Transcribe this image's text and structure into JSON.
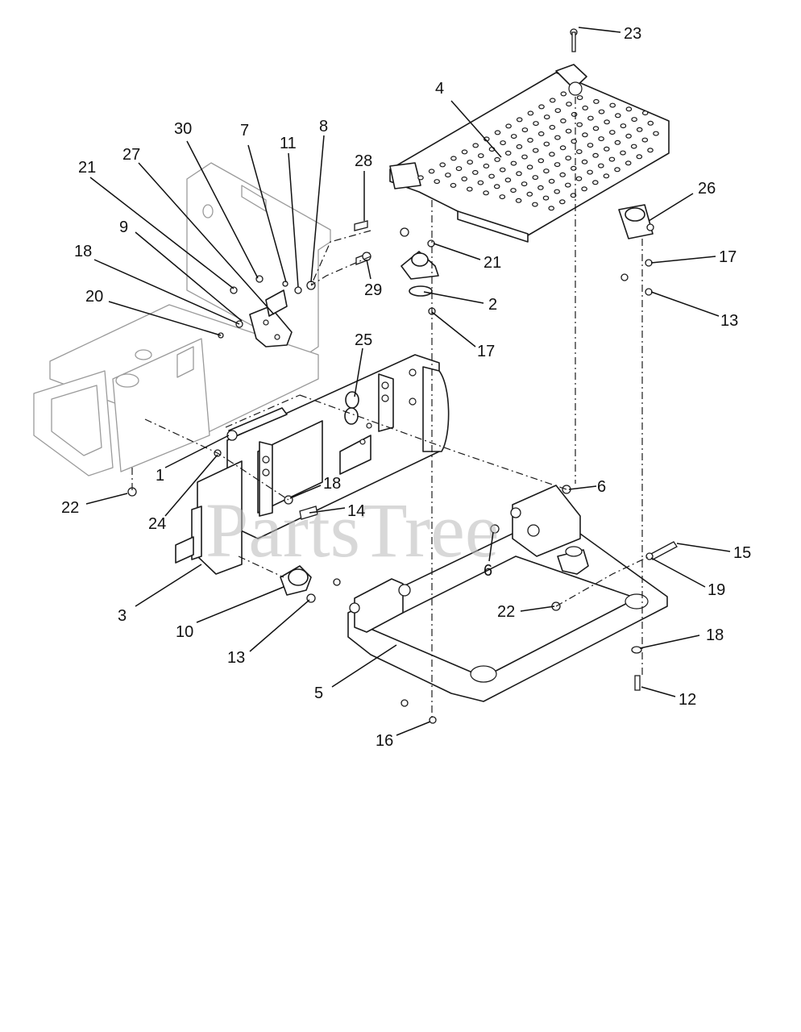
{
  "watermark": "PartsTree",
  "callouts": [
    {
      "id": "c23",
      "text": "23"
    },
    {
      "id": "c4",
      "text": "4"
    },
    {
      "id": "c30",
      "text": "30"
    },
    {
      "id": "c7",
      "text": "7"
    },
    {
      "id": "c11",
      "text": "11"
    },
    {
      "id": "c8",
      "text": "8"
    },
    {
      "id": "c27",
      "text": "27"
    },
    {
      "id": "c21a",
      "text": "21"
    },
    {
      "id": "c28",
      "text": "28"
    },
    {
      "id": "c26",
      "text": "26"
    },
    {
      "id": "c9",
      "text": "9"
    },
    {
      "id": "c18a",
      "text": "18"
    },
    {
      "id": "c21b",
      "text": "21"
    },
    {
      "id": "c17a",
      "text": "17"
    },
    {
      "id": "c29",
      "text": "29"
    },
    {
      "id": "c20",
      "text": "20"
    },
    {
      "id": "c2",
      "text": "2"
    },
    {
      "id": "c13a",
      "text": "13"
    },
    {
      "id": "c17b",
      "text": "17"
    },
    {
      "id": "c25",
      "text": "25"
    },
    {
      "id": "c1",
      "text": "1"
    },
    {
      "id": "c22a",
      "text": "22"
    },
    {
      "id": "c24",
      "text": "24"
    },
    {
      "id": "c18b",
      "text": "18"
    },
    {
      "id": "c6a",
      "text": "6"
    },
    {
      "id": "c14",
      "text": "14"
    },
    {
      "id": "c6b",
      "text": "6"
    },
    {
      "id": "c15",
      "text": "15"
    },
    {
      "id": "c19",
      "text": "19"
    },
    {
      "id": "c22b",
      "text": "22"
    },
    {
      "id": "c3",
      "text": "3"
    },
    {
      "id": "c10",
      "text": "10"
    },
    {
      "id": "c18c",
      "text": "18"
    },
    {
      "id": "c13b",
      "text": "13"
    },
    {
      "id": "c5",
      "text": "5"
    },
    {
      "id": "c12",
      "text": "12"
    },
    {
      "id": "c16",
      "text": "16"
    }
  ]
}
